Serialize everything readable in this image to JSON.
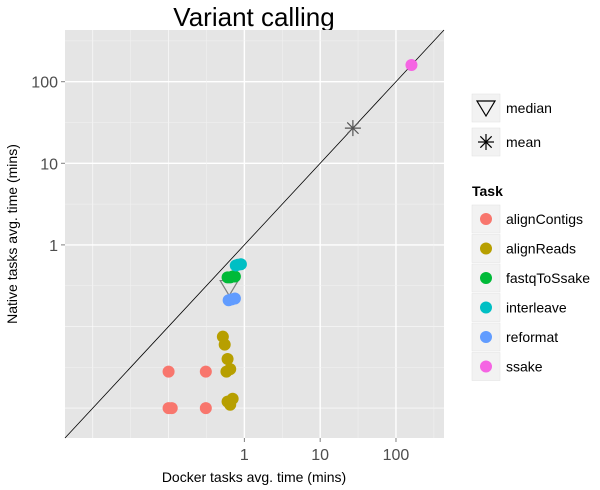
{
  "chart_data": {
    "type": "scatter",
    "title": "Variant calling",
    "xlabel": "Docker tasks avg. time (mins)",
    "ylabel": "Native tasks avg. time (mins)",
    "x_scale": "log10",
    "y_scale": "log10",
    "xlim": [
      0.0043,
      430
    ],
    "ylim": [
      0.0043,
      430
    ],
    "x_ticks": [
      1,
      10,
      100
    ],
    "y_ticks": [
      1,
      10,
      100
    ],
    "x_tick_labels": [
      "1",
      "10",
      "100"
    ],
    "y_tick_labels": [
      "1",
      "10",
      "100"
    ],
    "reference_line": "y = x",
    "grid": true,
    "legend_position": "right",
    "series": [
      {
        "name": "alignContigs",
        "color": "#F8766D",
        "points": [
          [
            0.1,
            0.028
          ],
          [
            0.1,
            0.01
          ],
          [
            0.11,
            0.01
          ],
          [
            0.31,
            0.028
          ],
          [
            0.31,
            0.01
          ]
        ]
      },
      {
        "name": "alignReads",
        "color": "#B79F00",
        "points": [
          [
            0.52,
            0.075
          ],
          [
            0.55,
            0.06
          ],
          [
            0.6,
            0.04
          ],
          [
            0.65,
            0.03
          ],
          [
            0.58,
            0.028
          ],
          [
            0.6,
            0.012
          ],
          [
            0.65,
            0.011
          ],
          [
            0.7,
            0.013
          ]
        ]
      },
      {
        "name": "fastqToSsake",
        "color": "#00BA38",
        "points": [
          [
            0.6,
            0.4
          ],
          [
            0.65,
            0.4
          ],
          [
            0.7,
            0.41
          ],
          [
            0.75,
            0.41
          ]
        ]
      },
      {
        "name": "interleave",
        "color": "#00BFC4",
        "points": [
          [
            0.77,
            0.56
          ],
          [
            0.82,
            0.57
          ],
          [
            0.9,
            0.58
          ]
        ]
      },
      {
        "name": "reformat",
        "color": "#619CFF",
        "points": [
          [
            0.62,
            0.21
          ],
          [
            0.68,
            0.215
          ],
          [
            0.75,
            0.22
          ]
        ]
      },
      {
        "name": "ssake",
        "color": "#F564E3",
        "points": [
          [
            160,
            160
          ]
        ]
      }
    ],
    "summary_markers": [
      {
        "name": "median",
        "symbol": "triangle-down",
        "points": [
          [
            0.63,
            0.3
          ]
        ]
      },
      {
        "name": "mean",
        "symbol": "asterisk",
        "points": [
          [
            27,
            27
          ]
        ]
      }
    ],
    "legend_stats": [
      {
        "label": "median",
        "icon": "triangle-down-icon"
      },
      {
        "label": "mean",
        "icon": "asterisk-icon"
      }
    ],
    "legend_title": "Task"
  }
}
